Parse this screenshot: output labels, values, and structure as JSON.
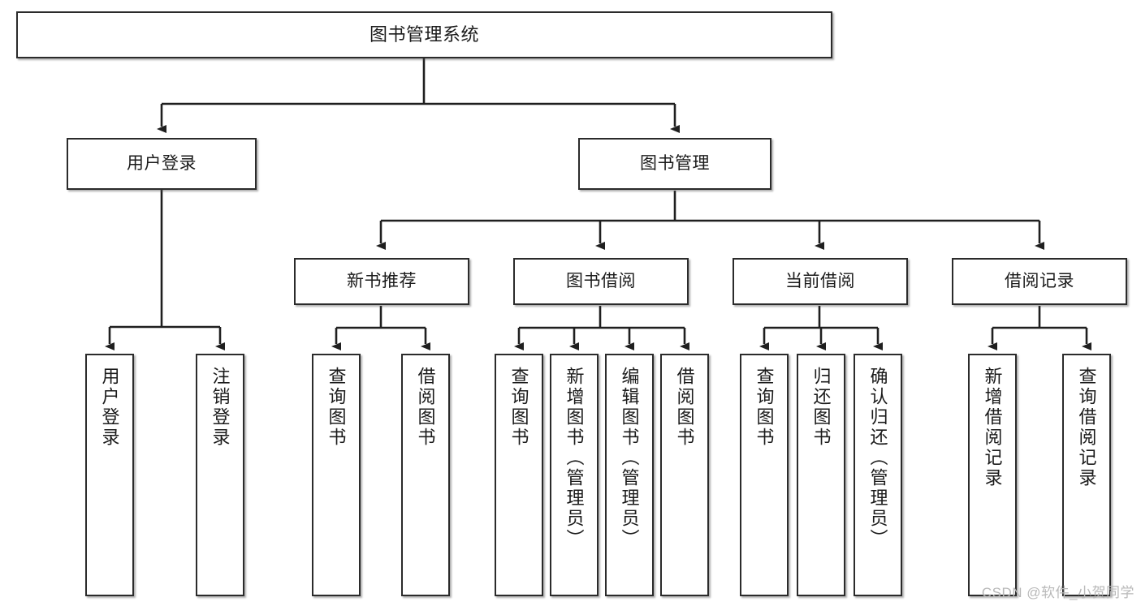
{
  "diagram": {
    "title": "图书管理系统",
    "type": "tree",
    "watermark": "CSDN @软件_小贺同学",
    "colors": {
      "box_border": "#2b2b2b",
      "box_fill": "#ffffff",
      "connector": "#1f1f1f",
      "text": "#1b1b1b",
      "watermark": "#b8b8b8"
    },
    "nodes": {
      "root": {
        "label": "图书管理系统",
        "level": 1,
        "orientation": "horizontal"
      },
      "user_login": {
        "label": "用户登录",
        "level": 2,
        "orientation": "horizontal"
      },
      "book_manage": {
        "label": "图书管理",
        "level": 2,
        "orientation": "horizontal"
      },
      "new_book_rec": {
        "label": "新书推荐",
        "level": 3,
        "orientation": "horizontal"
      },
      "book_borrow": {
        "label": "图书借阅",
        "level": 3,
        "orientation": "horizontal"
      },
      "current_borrow": {
        "label": "当前借阅",
        "level": 3,
        "orientation": "horizontal"
      },
      "borrow_record": {
        "label": "借阅记录",
        "level": 3,
        "orientation": "horizontal"
      },
      "leaf_user_login": {
        "label": "用户登录",
        "level": 4,
        "orientation": "vertical"
      },
      "leaf_logout": {
        "label": "注销登录",
        "level": 4,
        "orientation": "vertical"
      },
      "leaf_query_book_1": {
        "label": "查询图书",
        "level": 4,
        "orientation": "vertical"
      },
      "leaf_borrow_book_1": {
        "label": "借阅图书",
        "level": 4,
        "orientation": "vertical"
      },
      "leaf_query_book_2": {
        "label": "查询图书",
        "level": 4,
        "orientation": "vertical"
      },
      "leaf_add_book": {
        "label": "新增图书（管理员）",
        "level": 4,
        "orientation": "vertical"
      },
      "leaf_edit_book": {
        "label": "编辑图书（管理员）",
        "level": 4,
        "orientation": "vertical"
      },
      "leaf_borrow_book_2": {
        "label": "借阅图书",
        "level": 4,
        "orientation": "vertical"
      },
      "leaf_query_book_3": {
        "label": "查询图书",
        "level": 4,
        "orientation": "vertical"
      },
      "leaf_return_book": {
        "label": "归还图书",
        "level": 4,
        "orientation": "vertical"
      },
      "leaf_confirm_return": {
        "label": "确认归还（管理员）",
        "level": 4,
        "orientation": "vertical"
      },
      "leaf_add_record": {
        "label": "新增借阅记录",
        "level": 4,
        "orientation": "vertical"
      },
      "leaf_query_record": {
        "label": "查询借阅记录",
        "level": 4,
        "orientation": "vertical"
      }
    },
    "edges": [
      {
        "from": "root",
        "to": "user_login"
      },
      {
        "from": "root",
        "to": "book_manage"
      },
      {
        "from": "book_manage",
        "to": "new_book_rec"
      },
      {
        "from": "book_manage",
        "to": "book_borrow"
      },
      {
        "from": "book_manage",
        "to": "current_borrow"
      },
      {
        "from": "book_manage",
        "to": "borrow_record"
      },
      {
        "from": "user_login",
        "to": "leaf_user_login"
      },
      {
        "from": "user_login",
        "to": "leaf_logout"
      },
      {
        "from": "new_book_rec",
        "to": "leaf_query_book_1"
      },
      {
        "from": "new_book_rec",
        "to": "leaf_borrow_book_1"
      },
      {
        "from": "book_borrow",
        "to": "leaf_query_book_2"
      },
      {
        "from": "book_borrow",
        "to": "leaf_add_book"
      },
      {
        "from": "book_borrow",
        "to": "leaf_edit_book"
      },
      {
        "from": "book_borrow",
        "to": "leaf_borrow_book_2"
      },
      {
        "from": "current_borrow",
        "to": "leaf_query_book_3"
      },
      {
        "from": "current_borrow",
        "to": "leaf_return_book"
      },
      {
        "from": "current_borrow",
        "to": "leaf_confirm_return"
      },
      {
        "from": "borrow_record",
        "to": "leaf_add_record"
      },
      {
        "from": "borrow_record",
        "to": "leaf_query_record"
      }
    ]
  }
}
